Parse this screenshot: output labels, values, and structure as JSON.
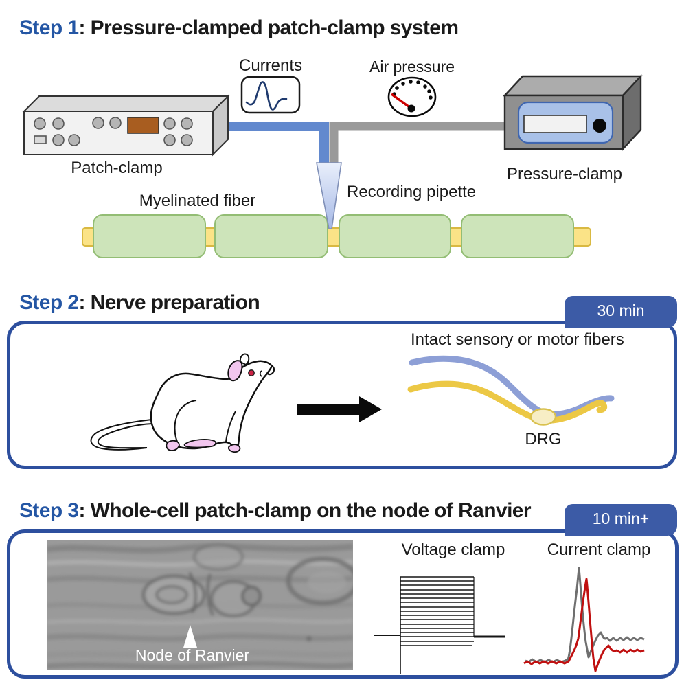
{
  "step1": {
    "step_label": "Step 1",
    "title": ": Pressure-clamped patch-clamp system",
    "labels": {
      "patch_clamp": "Patch-clamp",
      "currents": "Currents",
      "air_pressure": "Air pressure",
      "pressure_clamp": "Pressure-clamp",
      "recording_pipette": "Recording pipette",
      "myelinated_fiber": "Myelinated fiber"
    }
  },
  "step2": {
    "step_label": "Step 2",
    "title": ": Nerve preparation",
    "badge": "30 min",
    "labels": {
      "fibers": "Intact sensory or motor fibers",
      "drg": "DRG"
    }
  },
  "step3": {
    "step_label": "Step 3",
    "title": ": Whole-cell patch-clamp on the node of Ranvier",
    "badge": "10 min+",
    "labels": {
      "node": "Node of Ranvier",
      "voltage_clamp": "Voltage clamp",
      "current_clamp": "Current clamp"
    }
  },
  "colors": {
    "accent_blue": "#2d4f9e",
    "badge_blue": "#3c5ba6",
    "step_label_blue": "#2456a4",
    "myelin_green": "#cde4ba",
    "axon_yellow": "#fbe387",
    "display_brown": "#a85d20",
    "device_panel_blue": "#a9c1e8",
    "cable_blue": "#6289ce",
    "cable_gray": "#9a9a9a",
    "fiber_blue": "#8d9fd6",
    "fiber_yellow": "#ecc845",
    "drg_fill": "#f7eec5",
    "trace_red": "#c01010",
    "trace_gray": "#6f6f6f",
    "needle_red": "#cc0000",
    "rat_pink": "#f2c6ee",
    "eye_red": "#cc2244"
  }
}
